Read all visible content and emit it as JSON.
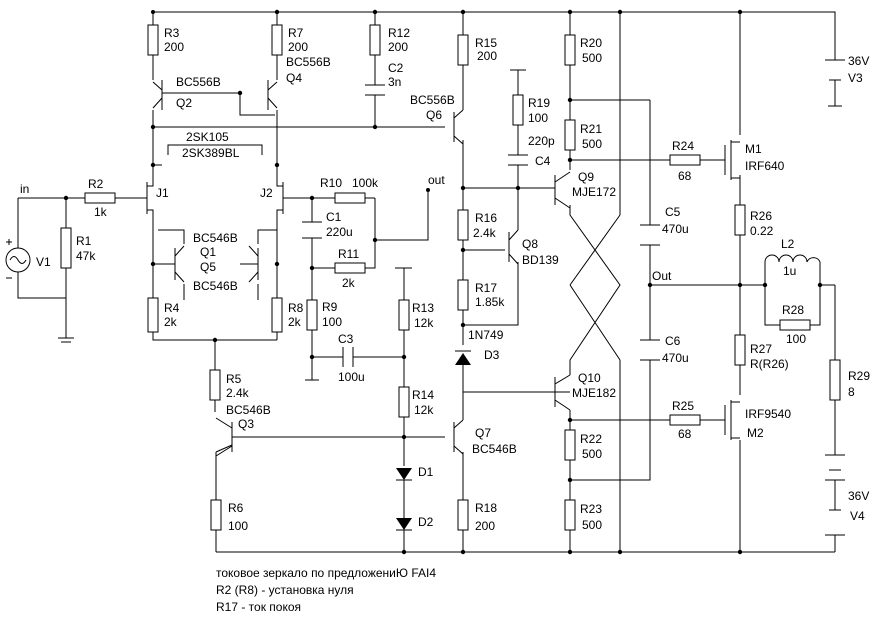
{
  "labels": {
    "in": "in",
    "out": "out",
    "Out": "Out",
    "R1": "R1",
    "R1v": "47k",
    "R2": "R2",
    "R2v": "1k",
    "R3": "R3",
    "R3v": "200",
    "R4": "R4",
    "R4v": "2k",
    "R5": "R5",
    "R5v": "2.4k",
    "R6": "R6",
    "R6v": "100",
    "R7": "R7",
    "R7v": "200",
    "R8": "R8",
    "R8v": "2k",
    "R9": "R9",
    "R9v": "100",
    "R10": "R10",
    "R10v": "100k",
    "R11": "R11",
    "R11v": "2k",
    "R12": "R12",
    "R12v": "200",
    "R13": "R13",
    "R13v": "12k",
    "R14": "R14",
    "R14v": "12k",
    "R15": "R15",
    "R15v": "200",
    "R16": "R16",
    "R16v": "2.4k",
    "R17": "R17",
    "R17v": "1.85k",
    "R18": "R18",
    "R18v": "200",
    "R19": "R19",
    "R19v": "100",
    "R20": "R20",
    "R20v": "500",
    "R21": "R21",
    "R21v": "500",
    "R22": "R22",
    "R22v": "500",
    "R23": "R23",
    "R23v": "500",
    "R24": "R24",
    "R24v": "68",
    "R25": "R25",
    "R25v": "68",
    "R26": "R26",
    "R26v": "0.22",
    "R27": "R27",
    "R27v": "R(R26)",
    "R28": "R28",
    "R28v": "100",
    "R29": "R29",
    "R29v": "8",
    "C1": "C1",
    "C1v": "220u",
    "C2": "C2",
    "C2v": "3n",
    "C3": "C3",
    "C3v": "100u",
    "C4": "C4",
    "C4v": "220p",
    "C5": "C5",
    "C5v": "470u",
    "C6": "C6",
    "C6v": "470u",
    "L2": "L2",
    "L2v": "1u",
    "Q1": "Q1",
    "Q1t": "BC546B",
    "Q2": "Q2",
    "Q2t": "BC556B",
    "Q3": "Q3",
    "Q3t": "BC546B",
    "Q4": "Q4",
    "Q4t": "BC556B",
    "Q5": "Q5",
    "Q5t": "BC546B",
    "Q6": "Q6",
    "Q6t": "BC556B",
    "Q7": "Q7",
    "Q7t": "BC546B",
    "Q8": "Q8",
    "Q8t": "BD139",
    "Q9": "Q9",
    "Q9t": "MJE172",
    "Q10": "Q10",
    "Q10t": "MJE182",
    "M1": "M1",
    "M1t": "IRF640",
    "M2": "M2",
    "M2t": "IRF9540",
    "J1": "J1",
    "J2": "J2",
    "jfet1": "2SK105",
    "jfet2": "2SK389BL",
    "D1": "D1",
    "D2": "D2",
    "D3": "D3",
    "D3t": "1N749",
    "V1": "V1",
    "V3": "V3",
    "V3v": "36V",
    "V4": "V4",
    "V4v": "36V"
  },
  "notes": [
    "токовое зеркало по предложениЮ FAI4",
    "R2 (R8) - установка нуля",
    "R17 - ток покоя"
  ]
}
